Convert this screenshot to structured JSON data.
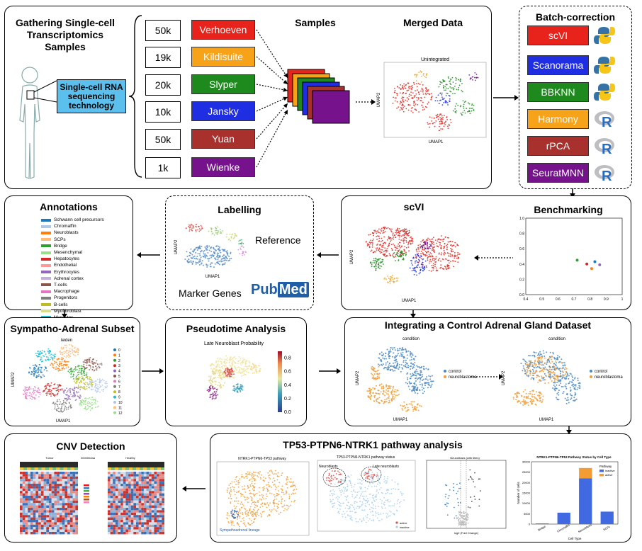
{
  "panels": {
    "gathering": {
      "title": "Gathering Single-cell Transcriptomics Samples",
      "tech_label": "Single-cell RNA sequencing technology"
    },
    "samples": {
      "title": "Samples"
    },
    "merged": {
      "title": "Merged Data",
      "plot_title": "Unintegrated",
      "xlabel": "UMAP1",
      "ylabel": "UMAP2"
    },
    "batch": {
      "title": "Batch-correction"
    },
    "annotations": {
      "title": "Annotations"
    },
    "labelling": {
      "title": "Labelling",
      "xlabel": "UMAP1",
      "ylabel": "UMAP2",
      "reference": "Reference",
      "marker_genes": "Marker Genes",
      "pubmed_pub": "Pub",
      "pubmed_med": "Med"
    },
    "scvi": {
      "title": "scVI",
      "xlabel": "UMAP1",
      "ylabel": "UMAP2"
    },
    "benchmarking": {
      "title": "Benchmarking"
    },
    "sympatho": {
      "title": "Sympatho-Adrenal Subset",
      "plot_title": "leiden",
      "xlabel": "UMAP1",
      "ylabel": "UMAP2"
    },
    "pseudotime": {
      "title": "Pseudotime Analysis",
      "plot_title": "Late Neuroblast Probability"
    },
    "control": {
      "title": "Integrating a Control Adrenal Gland Dataset",
      "plot_title": "condition",
      "xlabel": "UMAP1",
      "ylabel": "UMAP2",
      "legend": [
        "control",
        "neuroblastoma"
      ]
    },
    "cnv": {
      "title": "CNV Detection",
      "label_tumor": "Tumor",
      "label_mid": "0000002aa",
      "label_healthy": "Healthy"
    },
    "tp53": {
      "title": "TP53-PTPN6-NTRK1 pathway analysis",
      "umap1_title": "NTRK1-PTPN6-TP53 pathway",
      "umap1_label": "Sympathoadrenal lineage",
      "umap2_title": "TP53-PTPN6-NTRK1 pathway status",
      "neuroblasts": "Neuroblasts",
      "late_neuroblasts": "Late neuroblasts",
      "legend_active": "active",
      "legend_inactive": "inactive",
      "volcano_title": "Neuroblasts (with titles)",
      "volcano_xlabel": "log2 (Fold Change)",
      "bar_title": "NTRK1-PTPN6-TP53 Pathway Status by Cell Type",
      "bar_xlabel": "Cell Type",
      "bar_ylabel": "Number of cells",
      "bar_legend_title": "Pathway"
    }
  },
  "sample_counts": [
    "50k",
    "19k",
    "20k",
    "10k",
    "50k",
    "1k"
  ],
  "samples": [
    {
      "name": "Verhoeven",
      "color": "#e8231c"
    },
    {
      "name": "Kildisuite",
      "color": "#f6a31a"
    },
    {
      "name": "Slyper",
      "color": "#1e8a1e"
    },
    {
      "name": "Jansky",
      "color": "#1f2de3"
    },
    {
      "name": "Yuan",
      "color": "#a8302d"
    },
    {
      "name": "Wienke",
      "color": "#76138c"
    }
  ],
  "tools": [
    {
      "name": "scVI",
      "color": "#e8231c",
      "lang": "python"
    },
    {
      "name": "Scanorama",
      "color": "#1f2de3",
      "lang": "python"
    },
    {
      "name": "BBKNN",
      "color": "#1e8a1e",
      "lang": "python"
    },
    {
      "name": "Harmony",
      "color": "#f6a31a",
      "lang": "R"
    },
    {
      "name": "rPCA",
      "color": "#a8302d",
      "lang": "R"
    },
    {
      "name": "SeuratMNN",
      "color": "#76138c",
      "lang": "R"
    }
  ],
  "annotations": [
    {
      "label": "Schwann cell precursors",
      "color": "#1f77b4"
    },
    {
      "label": "Chromaffin",
      "color": "#aec7e8"
    },
    {
      "label": "Neuroblasts",
      "color": "#ff7f0e"
    },
    {
      "label": "SCPs",
      "color": "#ffbb78"
    },
    {
      "label": "Bridge",
      "color": "#2ca02c"
    },
    {
      "label": "Mesenchymal",
      "color": "#98df8a"
    },
    {
      "label": "Hepatocytes",
      "color": "#d62728"
    },
    {
      "label": "Endothelial",
      "color": "#ff9896"
    },
    {
      "label": "Erythrocytes",
      "color": "#9467bd"
    },
    {
      "label": "Adrenal cortex",
      "color": "#c5b0d5"
    },
    {
      "label": "T-cells",
      "color": "#8c564b"
    },
    {
      "label": "Macrophage",
      "color": "#e377c2"
    },
    {
      "label": "Progenitors",
      "color": "#7f7f7f"
    },
    {
      "label": "B-cells",
      "color": "#bcbd22"
    },
    {
      "label": "Myofibroblast",
      "color": "#dbdb8d"
    },
    {
      "label": "Myocytes",
      "color": "#17becf"
    }
  ],
  "leiden_clusters": [
    "0",
    "1",
    "2",
    "3",
    "4",
    "5",
    "6",
    "7",
    "8",
    "9",
    "10",
    "11",
    "12"
  ],
  "chart_data": [
    {
      "type": "scatter",
      "title": "",
      "xlabel": "",
      "ylabel": "",
      "xlim": [
        0.4,
        1.0
      ],
      "ylim": [
        0.0,
        1.0
      ],
      "xticks": [
        "0.4",
        "0.5",
        "0.6",
        "0.7",
        "0.8",
        "0.9",
        "1"
      ],
      "yticks": [
        "0.0",
        "0.2",
        "0.4",
        "0.6",
        "0.8",
        "1.0"
      ],
      "points": [
        {
          "x": 0.72,
          "y": 0.45,
          "color": "#2ca02c"
        },
        {
          "x": 0.78,
          "y": 0.4,
          "color": "#d62728"
        },
        {
          "x": 0.83,
          "y": 0.43,
          "color": "#1f77b4"
        },
        {
          "x": 0.86,
          "y": 0.39,
          "color": "#9467bd"
        },
        {
          "x": 0.81,
          "y": 0.34,
          "color": "#ff7f0e"
        }
      ]
    },
    {
      "type": "bar",
      "title": "NTRK1-PTPN6-TP53 Pathway Status by Cell Type",
      "xlabel": "Cell Type",
      "ylabel": "Number of cells",
      "ylim": [
        0,
        30000
      ],
      "yticks": [
        "0",
        "5000",
        "10000",
        "15000",
        "20000",
        "25000",
        "30000"
      ],
      "categories": [
        "Bridge",
        "Chromaffin",
        "Neuroblasts",
        "SCPs"
      ],
      "series": [
        {
          "name": "inactive",
          "values": [
            300,
            5500,
            22000,
            6000
          ],
          "color": "#4169e1"
        },
        {
          "name": "active",
          "values": [
            0,
            0,
            5000,
            0
          ],
          "color": "#f39c34"
        }
      ]
    },
    {
      "type": "heatmap",
      "title": "Late Neuroblast Probability",
      "colorbar_ticks": [
        "0.0",
        "0.2",
        "0.4",
        "0.6",
        "0.8"
      ]
    }
  ]
}
